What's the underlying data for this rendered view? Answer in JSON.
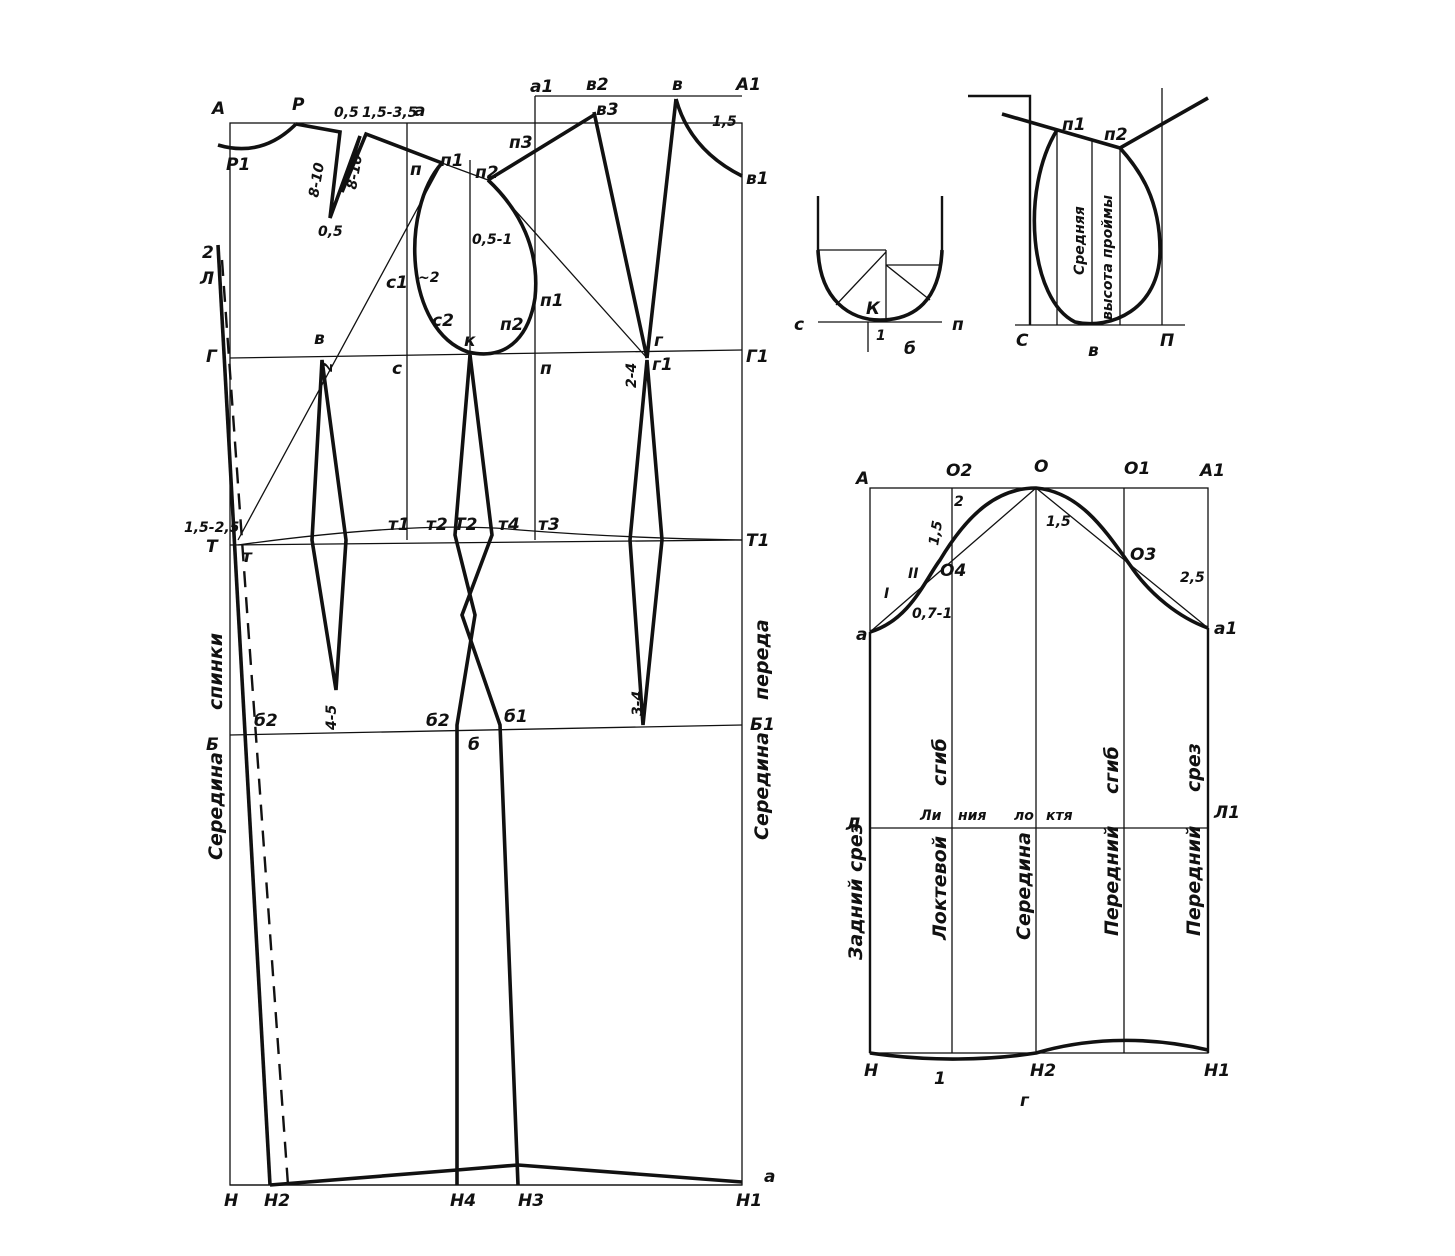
{
  "bodice": {
    "points": {
      "A": "А",
      "P": "Р",
      "P1": "Р1",
      "a_top": "а",
      "a1": "а1",
      "v2": "в2",
      "v_top": "в",
      "A1": "А1",
      "v3": "в3",
      "v1": "в1",
      "p": "п",
      "p1": "п1",
      "p2": "п2",
      "p3": "п3",
      "p_1": "п1",
      "p_2": "п2",
      "c1": "с1",
      "c2": "с2",
      "k": "к",
      "g_pt": "г",
      "g1": "г1",
      "G": "Г",
      "v_pt": "в",
      "c": "с",
      "p_lower": "п",
      "G1": "Г1",
      "two_l": "2",
      "L": "Л",
      "T": "Т",
      "t": "т",
      "t1": "т1",
      "t2": "т2",
      "T2": "Т2",
      "t4": "т4",
      "t3": "т3",
      "T1": "Т1",
      "B": "Б",
      "b2": "б2",
      "b2c": "б2",
      "b": "б",
      "b1": "б1",
      "B1": "Б1",
      "H": "Н",
      "H2": "Н2",
      "H4": "Н4",
      "H3": "Н3",
      "H1": "Н1",
      "a_bottom": "а"
    },
    "measures": {
      "m05a": "0,5",
      "m15_35": "1,5-3,5",
      "m8_10a": "8-10",
      "m8_10b": "8-10",
      "m05b": "0,5",
      "m15": "1,5",
      "m2_dart": "2",
      "m05_1": "0,5-1",
      "m2": "~2",
      "m2_4": "2-4",
      "m15_25": "1,5-2,5",
      "m4_5": "4-5",
      "m3_4": "3-4"
    },
    "vertical": {
      "back_center": "Середина",
      "back_center2": "спинки",
      "front_center": "Середина",
      "front_center2": "переда"
    }
  },
  "armhole_b": {
    "c": "с",
    "k": "К",
    "one": "1",
    "p": "п",
    "caption": "б"
  },
  "armhole_v": {
    "p1": "п1",
    "p2": "п2",
    "c": "С",
    "v": "в",
    "p": "П",
    "text1": "Средняя",
    "text2": "высота проймы"
  },
  "sleeve": {
    "A": "А",
    "O2": "О2",
    "O": "О",
    "O1": "О1",
    "A1": "А1",
    "two": "2",
    "m15a": "1,5",
    "m15b": "1,5",
    "O3": "О3",
    "O4": "О4",
    "II": "II",
    "I": "I",
    "m07_1": "0,7-1",
    "m25": "2,5",
    "a": "а",
    "a1": "а1",
    "L": "Л",
    "L1": "Л1",
    "H": "Н",
    "one": "1",
    "H2": "Н2",
    "H1": "Н1",
    "caption": "г",
    "elbow_line": [
      "Ли",
      "ния",
      "ло",
      "ктя"
    ],
    "col1": "Задний срез",
    "col2": "Локтевой",
    "col2b": "сгиб",
    "col3": "Середина",
    "col4": "Передний",
    "col4b": "сгиб",
    "col5": "Передний",
    "col5b": "срез"
  }
}
